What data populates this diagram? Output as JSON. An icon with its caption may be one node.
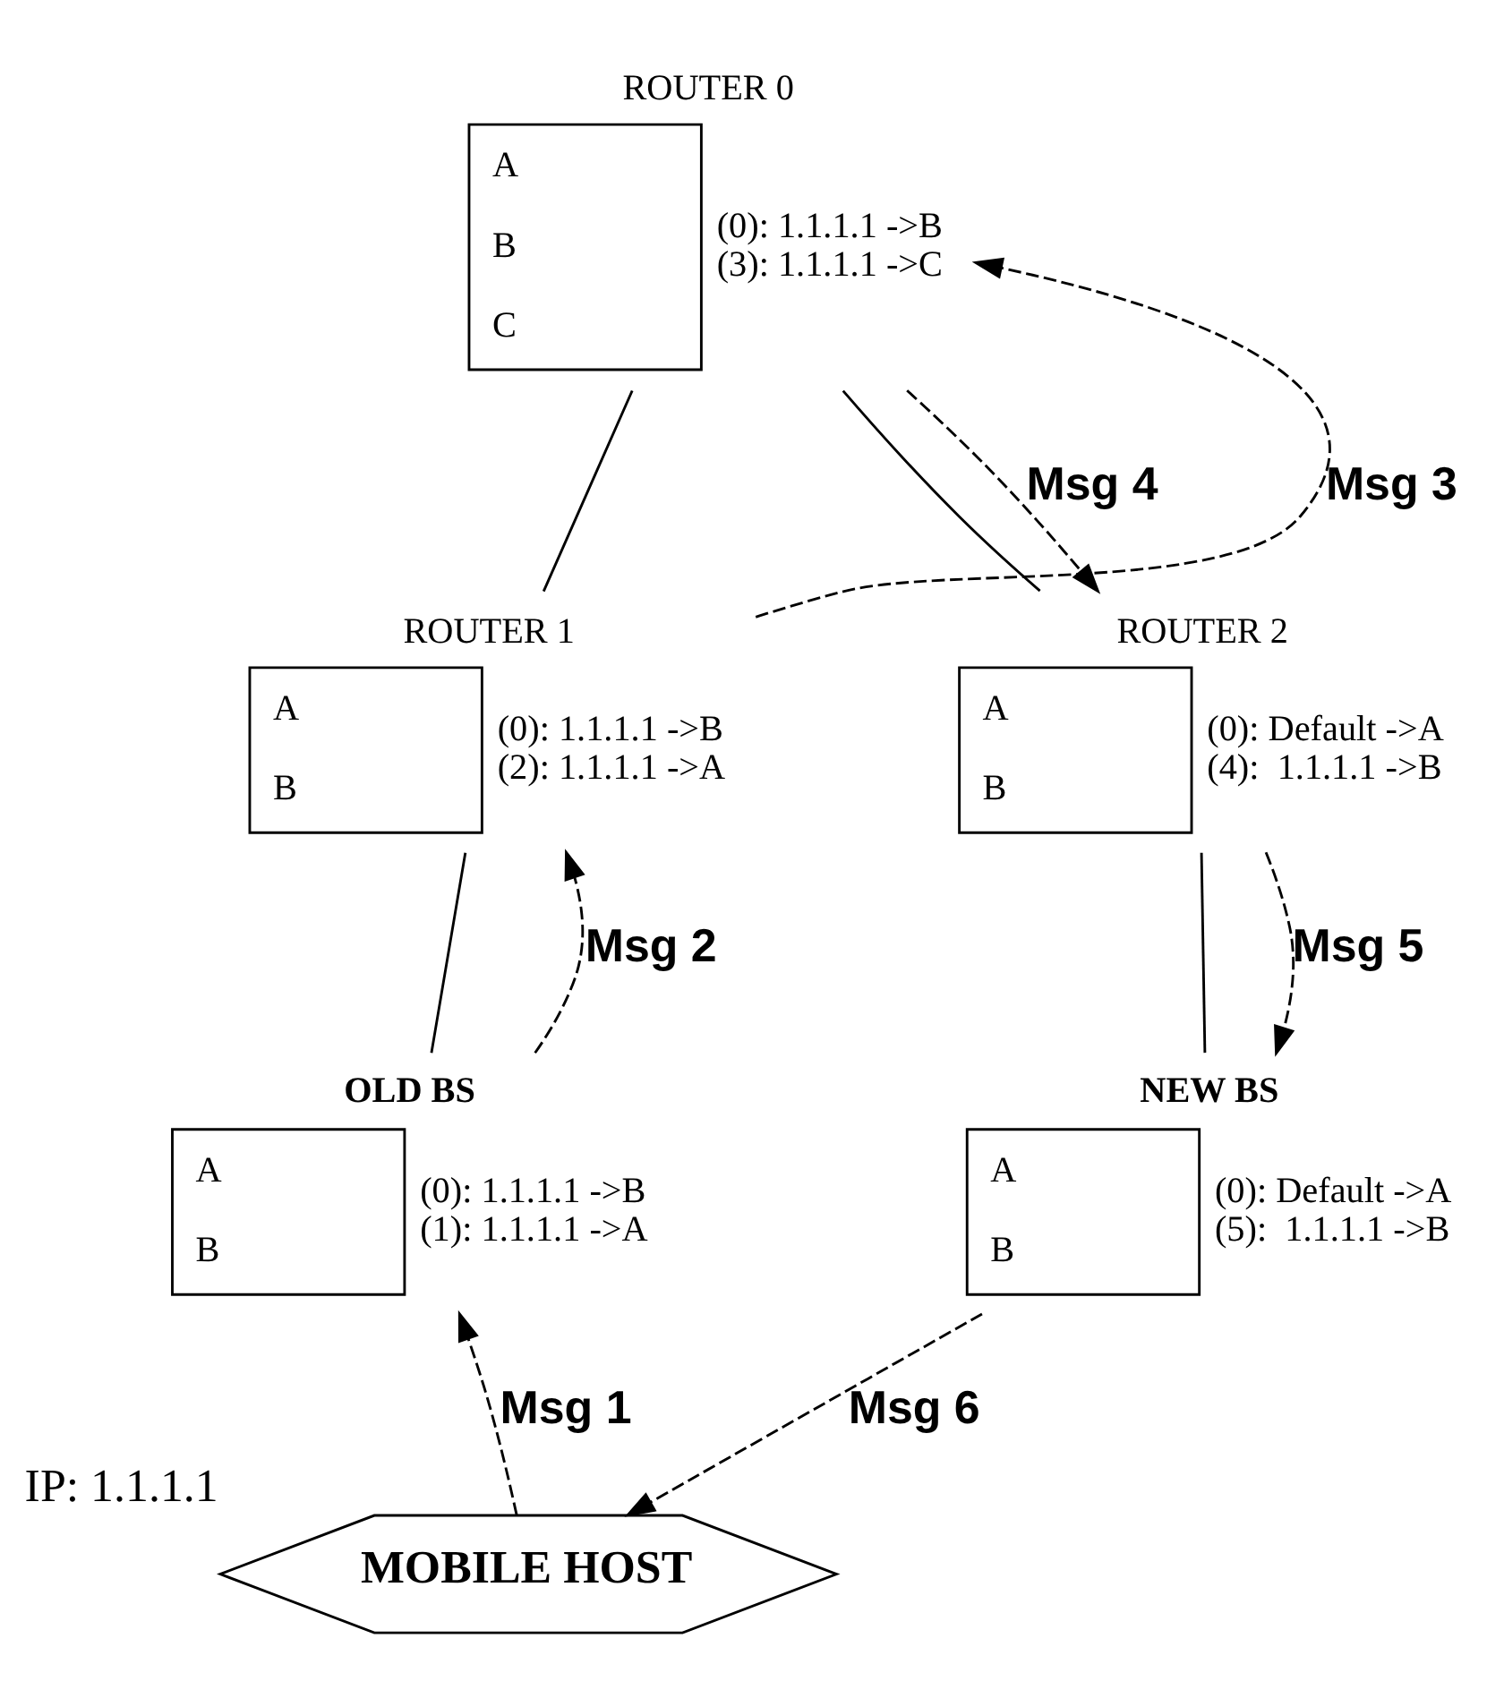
{
  "diagram": {
    "nodes": [
      {
        "text": [
          "ROUTER 0",
          "A",
          "B",
          "C"
        ],
        "beside": [
          "(0): 1.1.1.1 ->B",
          "(3): 1.1.1.1 ->C"
        ]
      },
      {
        "text": [
          "ROUTER 1",
          "A",
          "B"
        ],
        "beside": [
          "(0): 1.1.1.1 ->B",
          "(2): 1.1.1.1 ->A"
        ]
      },
      {
        "text": [
          "ROUTER 2",
          "A",
          "B"
        ],
        "beside": [
          "(0): Default ->A",
          "(4):  1.1.1.1 ->B"
        ]
      },
      {
        "text": [
          "OLD BS",
          "A",
          "B"
        ],
        "beside": [
          "(0): 1.1.1.1 ->B",
          "(1): 1.1.1.1 ->A"
        ]
      },
      {
        "text": [
          "NEW BS",
          "A",
          "B"
        ],
        "beside": [
          "(0): Default ->A",
          "(5):  1.1.1.1 ->B"
        ]
      },
      {
        "text": [
          "MOBILE HOST"
        ],
        "beside": [
          "IP: 1.1.1.1"
        ]
      }
    ],
    "edges": [
      {
        "from": 0,
        "to": 1,
        "arrow": "none"
      },
      {
        "from": 0,
        "to": 2,
        "arrow": "none"
      },
      {
        "from": 1,
        "to": 3,
        "arrow": "none"
      },
      {
        "from": 2,
        "to": 4,
        "arrow": "none"
      },
      {
        "from": 5,
        "to": 3,
        "arrow": "to",
        "label": "Msg 1",
        "style": "dashed"
      },
      {
        "from": 3,
        "to": 1,
        "arrow": "to",
        "label": "Msg 2",
        "style": "dashed"
      },
      {
        "from": 1,
        "to": 0,
        "arrow": "to",
        "label": "Msg 3",
        "style": "dashed"
      },
      {
        "from": 0,
        "to": 2,
        "arrow": "to",
        "label": "Msg 4",
        "style": "dashed"
      },
      {
        "from": 2,
        "to": 4,
        "arrow": "to",
        "label": "Msg 5",
        "style": "dashed"
      },
      {
        "from": 4,
        "to": 5,
        "arrow": "to",
        "label": "Msg 6",
        "style": "dashed"
      }
    ]
  }
}
